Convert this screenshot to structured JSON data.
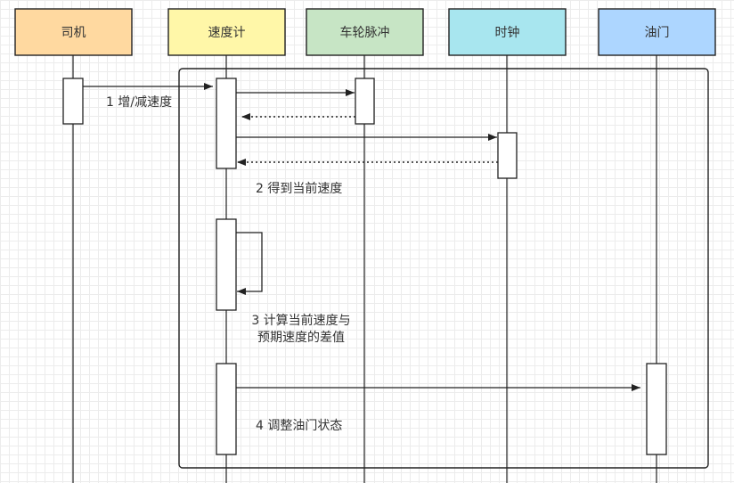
{
  "actors": [
    {
      "name": "司机",
      "fill": "#FFD9A0"
    },
    {
      "name": "速度计",
      "fill": "#FFF7A8"
    },
    {
      "name": "车轮脉冲",
      "fill": "#C7E5C5"
    },
    {
      "name": "时钟",
      "fill": "#A8E6EF"
    },
    {
      "name": "油门",
      "fill": "#ADD6FF"
    }
  ],
  "messages": {
    "step1": "1 增/减速度",
    "step2": "2 得到当前速度",
    "step3_line1": "3 计算当前速度与",
    "step3_line2": "预期速度的差值",
    "step4": "4 调整油门状态"
  }
}
